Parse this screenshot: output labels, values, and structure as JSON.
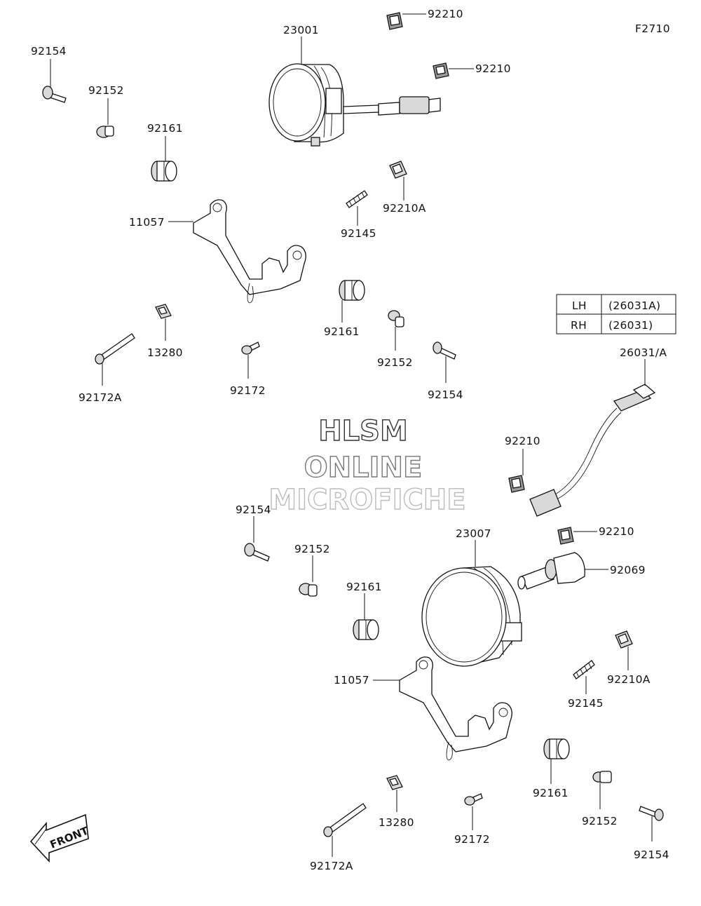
{
  "figure_code": "F2710",
  "watermark": [
    "HLSM",
    "ONLINE",
    "MICROFICHE"
  ],
  "front_arrow_label": "FRONT",
  "lamp_table": [
    {
      "side": "LH",
      "part": "(26031A)"
    },
    {
      "side": "RH",
      "part": "(26031)"
    }
  ],
  "labels": {
    "p23001": "23001",
    "p92210_top1": "92210",
    "p92210_top2": "92210",
    "p92154_a": "92154",
    "p92152_a": "92152",
    "p92161_a": "92161",
    "p11057_a": "11057",
    "p92145_a": "92145",
    "p92210A_a": "92210A",
    "p92161_b": "92161",
    "p13280_a": "13280",
    "p92172A_a": "92172A",
    "p92172_a": "92172",
    "p92152_b": "92152",
    "p92154_b": "92154",
    "p26031": "26031/A",
    "p92210_mid": "92210",
    "p92154_c": "92154",
    "p92152_c": "92152",
    "p92161_c": "92161",
    "p23007": "23007",
    "p92210_r": "92210",
    "p92069": "92069",
    "p11057_b": "11057",
    "p92210A_b": "92210A",
    "p92145_b": "92145",
    "p92161_d": "92161",
    "p13280_b": "13280",
    "p92152_d": "92152",
    "p92154_d": "92154",
    "p92172_b": "92172",
    "p92172A_b": "92172A"
  }
}
